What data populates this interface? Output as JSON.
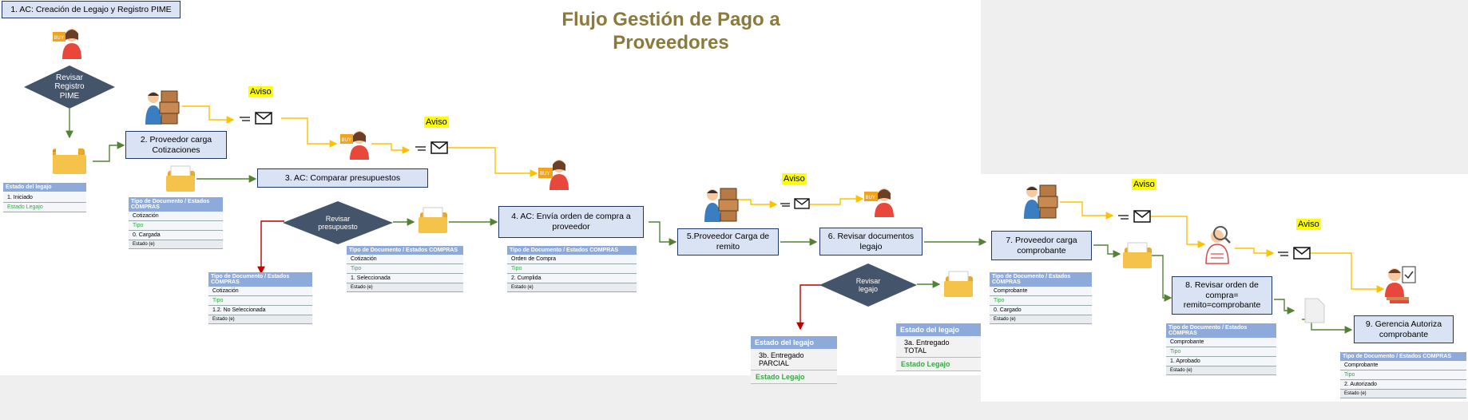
{
  "title_line1": "Flujo Gestión de Pago a",
  "title_line2": "Proveedores",
  "colors": {
    "box_fill": "#dae3f3",
    "box_border": "#1f3864",
    "diamond": "#44546a",
    "arrow_green": "#548235",
    "arrow_yellow": "#ffc000",
    "arrow_red": "#c00000",
    "title": "#8b7a3a",
    "table_header": "#8eaadb",
    "highlight": "#ffff00"
  },
  "steps": {
    "s1": "1. AC: Creación de Legajo y Registro PIME",
    "s2": "2. Proveedor carga Cotizaciones",
    "s3": "3. AC: Comparar presupuestos",
    "s4": "4. AC: Envía orden de compra a proveedor",
    "s5": "5.Proveedor Carga de remito",
    "s6": "6. Revisar documentos legajo",
    "s7": "7. Proveedor carga comprobante",
    "s8": "8. Revisar orden de compra= remito=comprobante",
    "s9": "9. Gerencia Autoriza comprobante"
  },
  "decisions": {
    "d1": "Revisar Registro PIME",
    "d2": "Revisar presupuesto",
    "d3": "Revisar legajo"
  },
  "aviso": "Aviso",
  "legajo_iniciado": {
    "header": "Estado del legajo",
    "value": "1. Iniciado",
    "footer": "Estado Legajo"
  },
  "doc_tables": {
    "t_cotizacion_cargada": {
      "header": "Tipo de Documento / Estados COMPRAS",
      "doc": "Cotización",
      "tipo": "Tipo",
      "estado": "0. Cargada",
      "footer": "Estado (e)"
    },
    "t_cotizacion_no_sel": {
      "header": "Tipo de Documento / Estados COMPRAS",
      "doc": "Cotización",
      "tipo": "Tipo",
      "estado": "1.2. No Seleccionada",
      "footer": "Estado (e)"
    },
    "t_cotizacion_sel": {
      "header": "Tipo de Documento / Estados COMPRAS",
      "doc": "Cotización",
      "tipo": "Tipo",
      "estado": "1. Seleccionada",
      "footer": "Estado (e)"
    },
    "t_orden": {
      "header": "Tipo de Documento / Estados COMPRAS",
      "doc": "Orden de Compra",
      "tipo": "Tipo",
      "estado": "2. Cumplida",
      "footer": "Estado (e)"
    },
    "t_comp_cargado": {
      "header": "Tipo de Documento / Estados COMPRAS",
      "doc": "Comprobante",
      "tipo": "Tipo",
      "estado": "0. Cargado",
      "footer": "Estado (e)"
    },
    "t_comp_aprobado": {
      "header": "Tipo de Documento / Estados COMPRAS",
      "doc": "Comprobante",
      "tipo": "Tipo",
      "estado": "1. Aprobado",
      "footer": "Estado (e)"
    },
    "t_comp_autorizado": {
      "header": "Tipo de Documento / Estados COMPRAS",
      "doc": "Comprobante",
      "tipo": "Tipo",
      "estado": "2. Autorizado",
      "footer": "Estado (e)"
    }
  },
  "legajo_parcial": {
    "header": "Estado del legajo",
    "value": "3b. Entregado PARCIAL",
    "footer": "Estado Legajo"
  },
  "legajo_total": {
    "header": "Estado del legajo",
    "value": "3a. Entregado TOTAL",
    "footer": "Estado Legajo"
  }
}
